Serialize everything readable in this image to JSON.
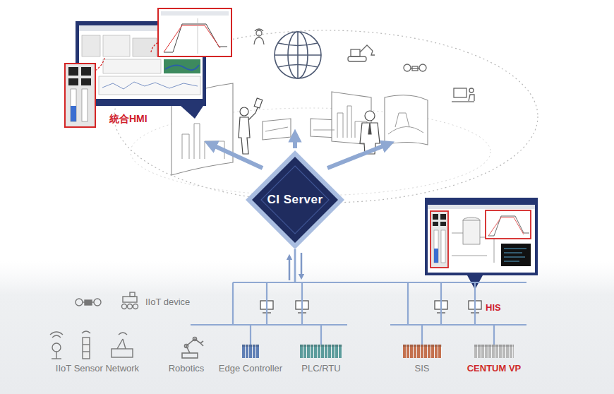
{
  "diagram": {
    "nodes": [
      {
        "text": [
          "CI Server"
        ]
      },
      {
        "text": [
          "Edge Controller"
        ]
      },
      {
        "text": [
          "PLC/RTU"
        ]
      },
      {
        "text": [
          "SIS"
        ]
      },
      {
        "text": [
          "CENTUM VP"
        ]
      }
    ],
    "edges": [
      {
        "from": 0,
        "to": 1,
        "arrow": "none"
      },
      {
        "from": 0,
        "to": 2,
        "arrow": "none"
      },
      {
        "from": 0,
        "to": 3,
        "arrow": "none"
      },
      {
        "from": 0,
        "to": 4,
        "arrow": "none"
      }
    ],
    "labels": [
      "統合HMI",
      "IIoT device",
      "IIoT Sensor Network",
      "Robotics",
      "HIS"
    ]
  }
}
